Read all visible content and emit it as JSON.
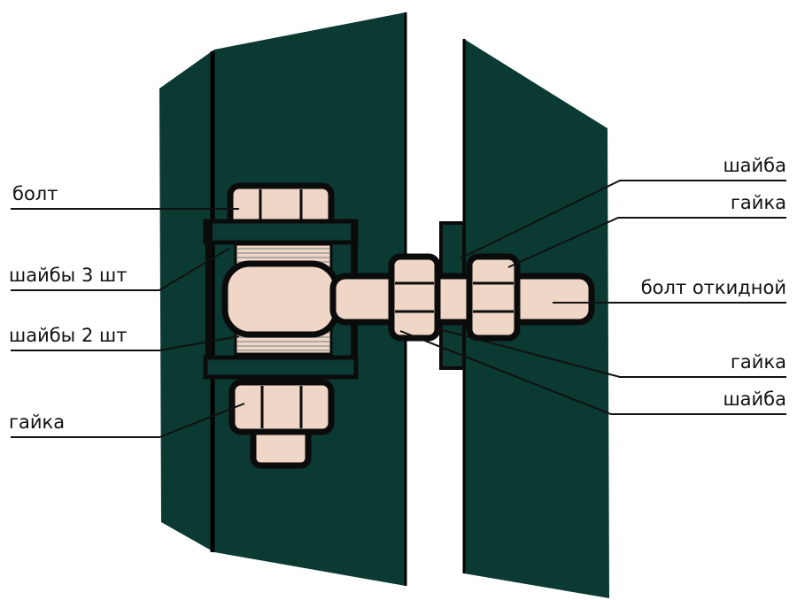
{
  "labels": {
    "bolt": "болт",
    "washers_3": "шайбы 3 шт",
    "washers_2": "шайбы 2 шт",
    "nut_left": "гайка",
    "washer_right_top": "шайба",
    "nut_right_top": "гайка",
    "swing_bolt": "болт откидной",
    "nut_right_bottom": "гайка",
    "washer_right_bottom": "шайба"
  },
  "colors": {
    "panel": "#0b3a33",
    "metal": "#efd6c6",
    "outline": "#0b0b0b",
    "line": "#111111",
    "background": "#ffffff"
  }
}
